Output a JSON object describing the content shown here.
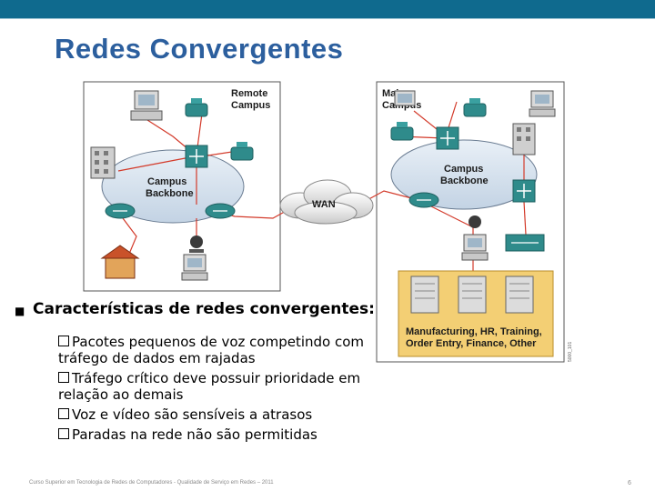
{
  "slide": {
    "title": "Redes Convergentes",
    "footer": "Curso Superior em Tecnologia de Redes de Computadores - Qualidade de Serviço em Redes – 2011",
    "page_number": "6"
  },
  "diagram": {
    "remote_campus_label": [
      "Remote",
      "Campus"
    ],
    "main_campus_label": [
      "Main",
      "Campus"
    ],
    "left_backbone_label": [
      "Campus",
      "Backbone"
    ],
    "right_backbone_label": [
      "Campus",
      "Backbone"
    ],
    "wan_label": "WAN",
    "servers_label": [
      "Manufacturing, HR, Training,",
      "Order Entry, Finance, Other"
    ],
    "figure_code": "5000_101",
    "colors": {
      "cloud": "#d8e4f0",
      "router": "#2f8b8b",
      "server_panel": "#f3cf74",
      "wire": "#d33a2a"
    }
  },
  "bullets": {
    "main": "Características de redes convergentes:",
    "items": [
      "Pacotes pequenos de voz competindo com tráfego de dados em rajadas",
      "Tráfego crítico deve possuir prioridade em relação ao demais",
      "Voz e vídeo são sensíveis a atrasos",
      "Paradas na rede não são permitidas"
    ]
  }
}
